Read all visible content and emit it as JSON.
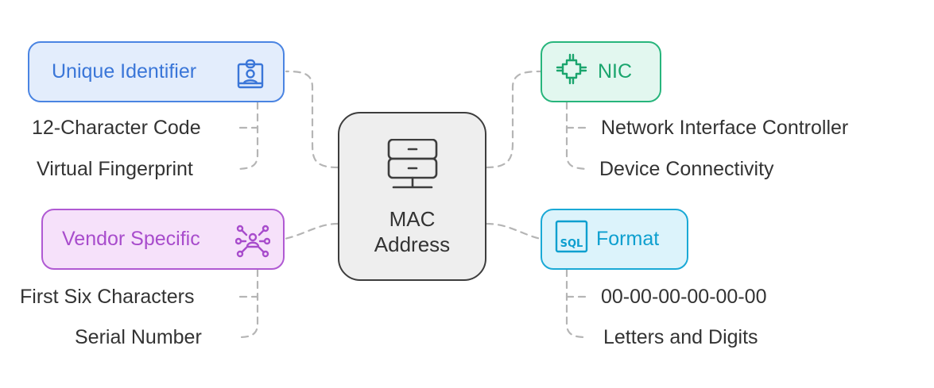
{
  "center": {
    "title_line1": "MAC",
    "title_line2": "Address",
    "icon": "server-icon"
  },
  "branches": [
    {
      "label": "Unique Identifier",
      "icon": "id-badge-icon",
      "color": "#3a76d8",
      "children": [
        "12-Character Code",
        "Virtual Fingerprint"
      ]
    },
    {
      "label": "NIC",
      "icon": "chip-icon",
      "color": "#1aa56d",
      "children": [
        "Network Interface Controller",
        "Device Connectivity"
      ]
    },
    {
      "label": "Vendor Specific",
      "icon": "network-user-icon",
      "color": "#a84ccc",
      "children": [
        "First Six Characters",
        "Serial Number"
      ]
    },
    {
      "label": "Format",
      "icon": "sql-icon",
      "color": "#0d9fcf",
      "children": [
        "00-00-00-00-00-00",
        "Letters and Digits"
      ]
    }
  ]
}
